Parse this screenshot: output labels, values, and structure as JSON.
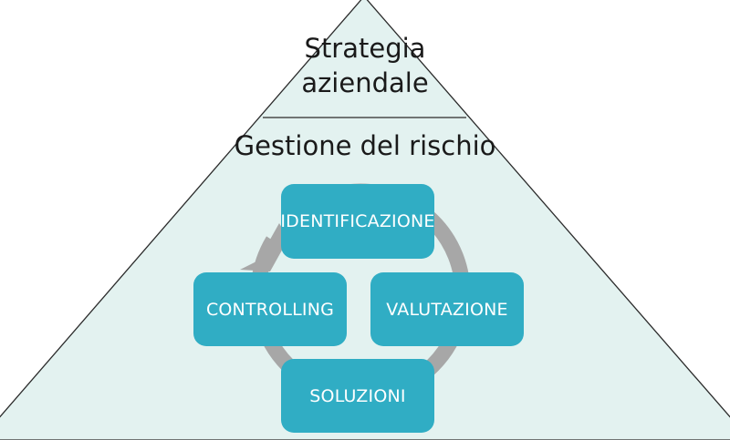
{
  "pyramid": {
    "top_label_line1": "Strategia",
    "top_label_line2": "aziendale",
    "middle_label": "Gestione del rischio"
  },
  "cycle": {
    "steps": [
      "IDENTIFICAZIONE",
      "VALUTAZIONE",
      "SOLUZIONI",
      "CONTROLLING"
    ]
  },
  "colors": {
    "pyramid_fill": "#e3f2f0",
    "pyramid_stroke": "#2b2b2b",
    "box_fill": "#30adc4",
    "box_text": "#ffffff",
    "arrow": "#a7a7a7"
  }
}
